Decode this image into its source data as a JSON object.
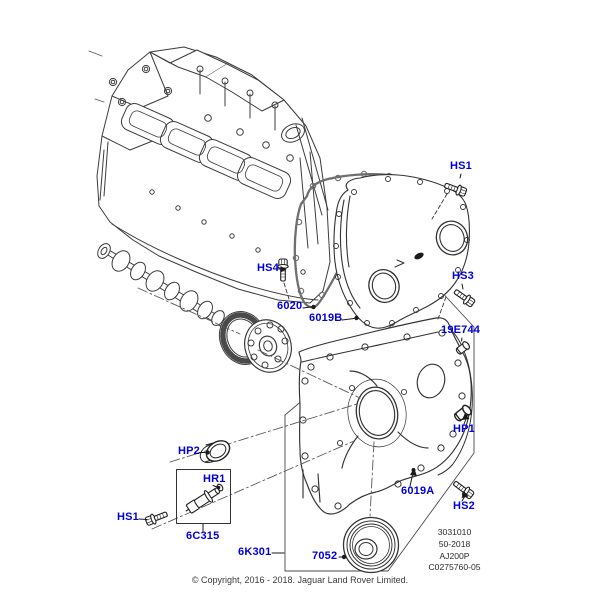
{
  "diagram_title": "Timing cover exploded parts diagram",
  "colors": {
    "label_blue": "#0000dd",
    "line_dark": "#2f2f2f",
    "gasket_gray": "#6f6f6f",
    "boundary_gray": "#4a4a4a",
    "background": "#ffffff"
  },
  "callouts": [
    {
      "id": "hs1-top",
      "label": "HS1"
    },
    {
      "id": "hs3",
      "label": "HS3"
    },
    {
      "id": "hs4",
      "label": "HS4"
    },
    {
      "id": "p6020",
      "label": "6020"
    },
    {
      "id": "p6019b",
      "label": "6019B"
    },
    {
      "id": "p19e744",
      "label": "19E744"
    },
    {
      "id": "hp1",
      "label": "HP1"
    },
    {
      "id": "hp2",
      "label": "HP2"
    },
    {
      "id": "hr1",
      "label": "HR1"
    },
    {
      "id": "hs1-bottom",
      "label": "HS1"
    },
    {
      "id": "p6c315",
      "label": "6C315"
    },
    {
      "id": "p6k301",
      "label": "6K301"
    },
    {
      "id": "p7052",
      "label": "7052"
    },
    {
      "id": "p6019a",
      "label": "6019A"
    },
    {
      "id": "hs2",
      "label": "HS2"
    }
  ],
  "reference_block": {
    "line1": "3031010",
    "line2": "50-2018",
    "line3": "AJ200P",
    "line4": "C0275760-05"
  },
  "footer": {
    "copyright": "© Copyright, 2016 - 2018. Jaguar Land Rover Limited."
  }
}
